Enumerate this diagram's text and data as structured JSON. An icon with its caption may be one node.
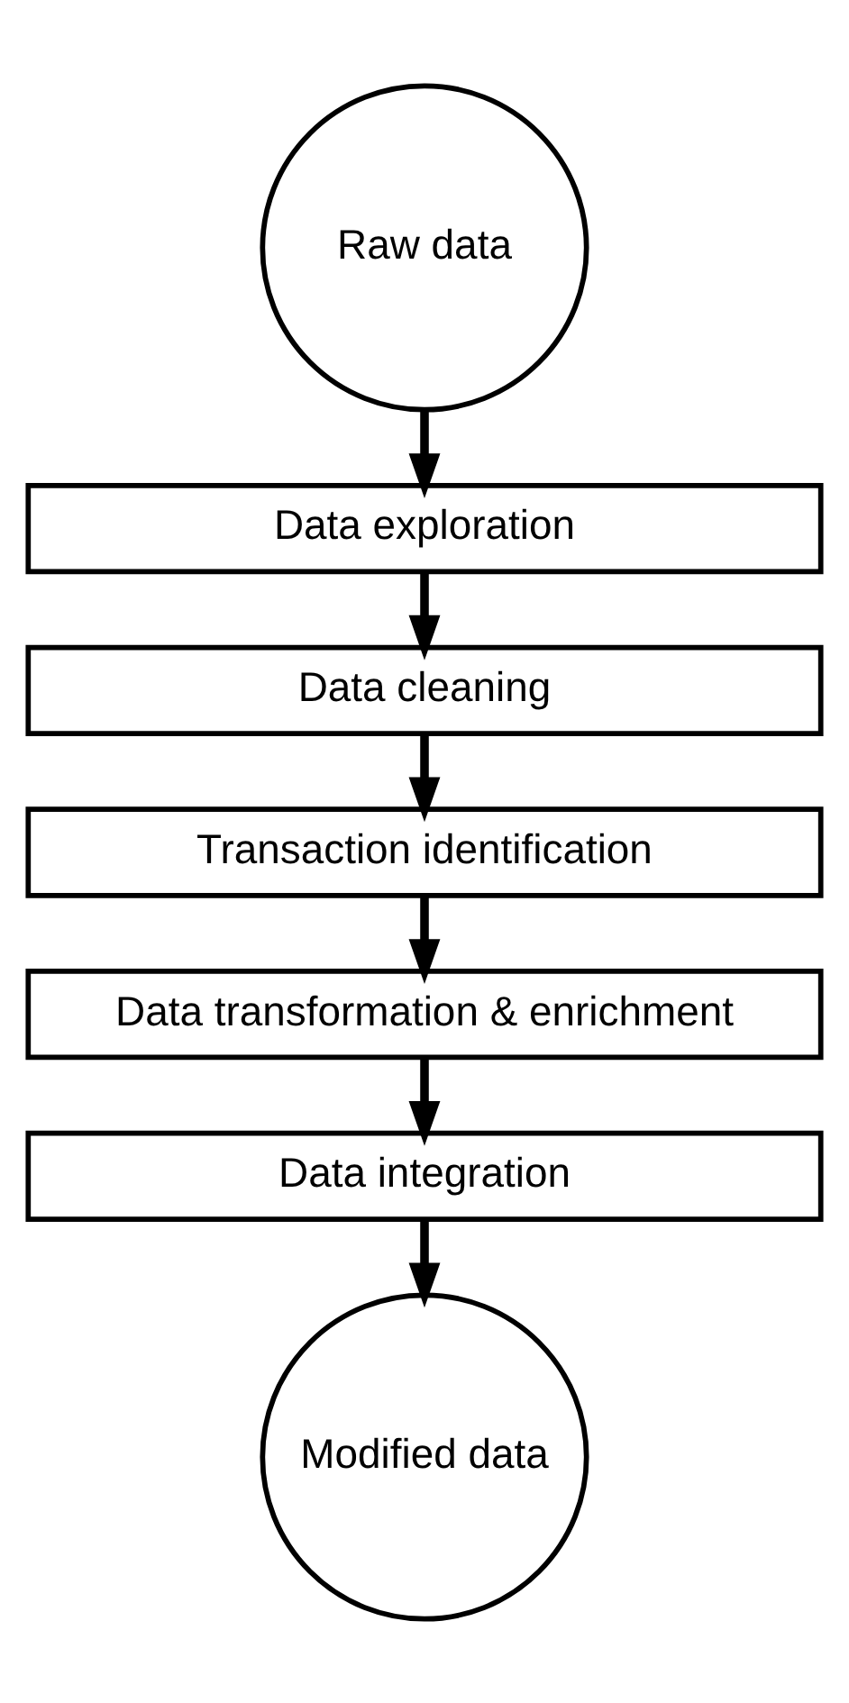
{
  "diagram": {
    "nodes": [
      {
        "text": [
          "Raw data"
        ]
      },
      {
        "text": [
          "Data exploration"
        ]
      },
      {
        "text": [
          "Data cleaning"
        ]
      },
      {
        "text": [
          "Transaction identification"
        ]
      },
      {
        "text": [
          "Data transformation & enrichment"
        ]
      },
      {
        "text": [
          "Data integration"
        ]
      },
      {
        "text": [
          "Modified data"
        ]
      }
    ],
    "edges": [
      {
        "from": 0,
        "to": 1,
        "arrow": "to"
      },
      {
        "from": 1,
        "to": 2,
        "arrow": "to"
      },
      {
        "from": 2,
        "to": 3,
        "arrow": "to"
      },
      {
        "from": 3,
        "to": 4,
        "arrow": "to"
      },
      {
        "from": 4,
        "to": 5,
        "arrow": "to"
      },
      {
        "from": 5,
        "to": 6,
        "arrow": "to"
      }
    ]
  }
}
